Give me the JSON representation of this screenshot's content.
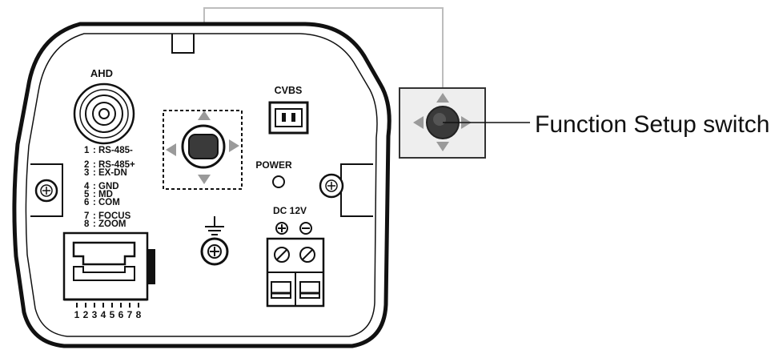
{
  "labels": {
    "ahd": "AHD",
    "cvbs": "CVBS",
    "power": "POWER",
    "dc_12v": "DC 12V",
    "callout": "Function Setup switch"
  },
  "pinout": [
    {
      "num": "1",
      "name": "RS-485-"
    },
    {
      "num": "2",
      "name": "RS-485+"
    },
    {
      "num": "3",
      "name": "EX-DN"
    },
    {
      "num": "4",
      "name": "GND"
    },
    {
      "num": "5",
      "name": "MD"
    },
    {
      "num": "6",
      "name": "COM"
    },
    {
      "num": "7",
      "name": "FOCUS"
    },
    {
      "num": "8",
      "name": "ZOOM"
    }
  ],
  "rj45_pins": [
    "1",
    "2",
    "3",
    "4",
    "5",
    "6",
    "7",
    "8"
  ],
  "colors": {
    "outline": "#111111",
    "callout_box": "#eeeeee",
    "arrow_gray": "#9a9a9a",
    "knob": "#3a3a3a",
    "connector_line": "#bdbdbd"
  }
}
